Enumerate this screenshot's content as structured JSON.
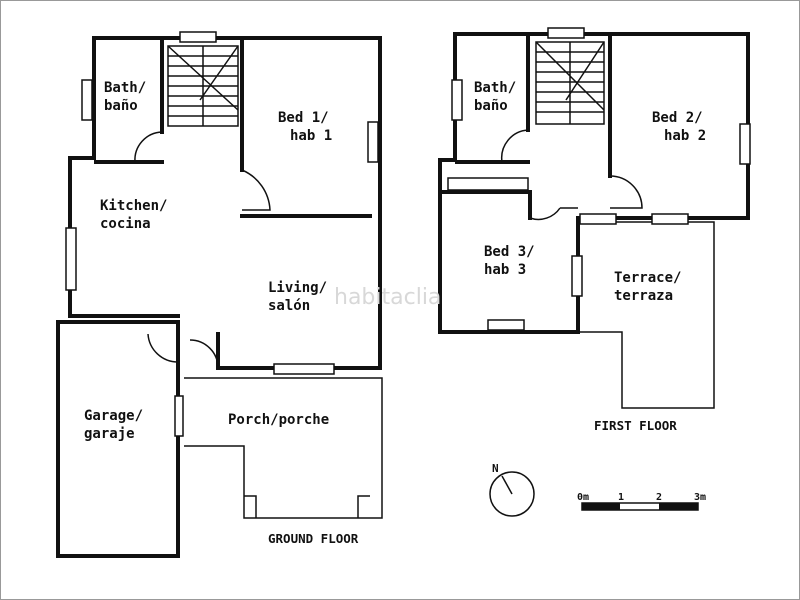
{
  "rooms": {
    "ground_bath": [
      "Bath/",
      "baño"
    ],
    "bed1": [
      "Bed 1/",
      "hab 1"
    ],
    "kitchen": [
      "Kitchen/",
      "cocina"
    ],
    "living": [
      "Living/",
      "salón"
    ],
    "garage": [
      "Garage/",
      "garaje"
    ],
    "porch": [
      "Porch/porche"
    ],
    "first_bath": [
      "Bath/",
      "baño"
    ],
    "bed2": [
      "Bed 2/",
      "hab 2"
    ],
    "bed3": [
      "Bed 3/",
      "hab 3"
    ],
    "terrace": [
      "Terrace/",
      "terraza"
    ]
  },
  "floors": {
    "ground": "GROUND FLOOR",
    "first": "FIRST FLOOR"
  },
  "compass": {
    "label": "N"
  },
  "scale": {
    "ticks": [
      "0m",
      "1",
      "2",
      "3m"
    ]
  },
  "watermark": "habitaclia"
}
